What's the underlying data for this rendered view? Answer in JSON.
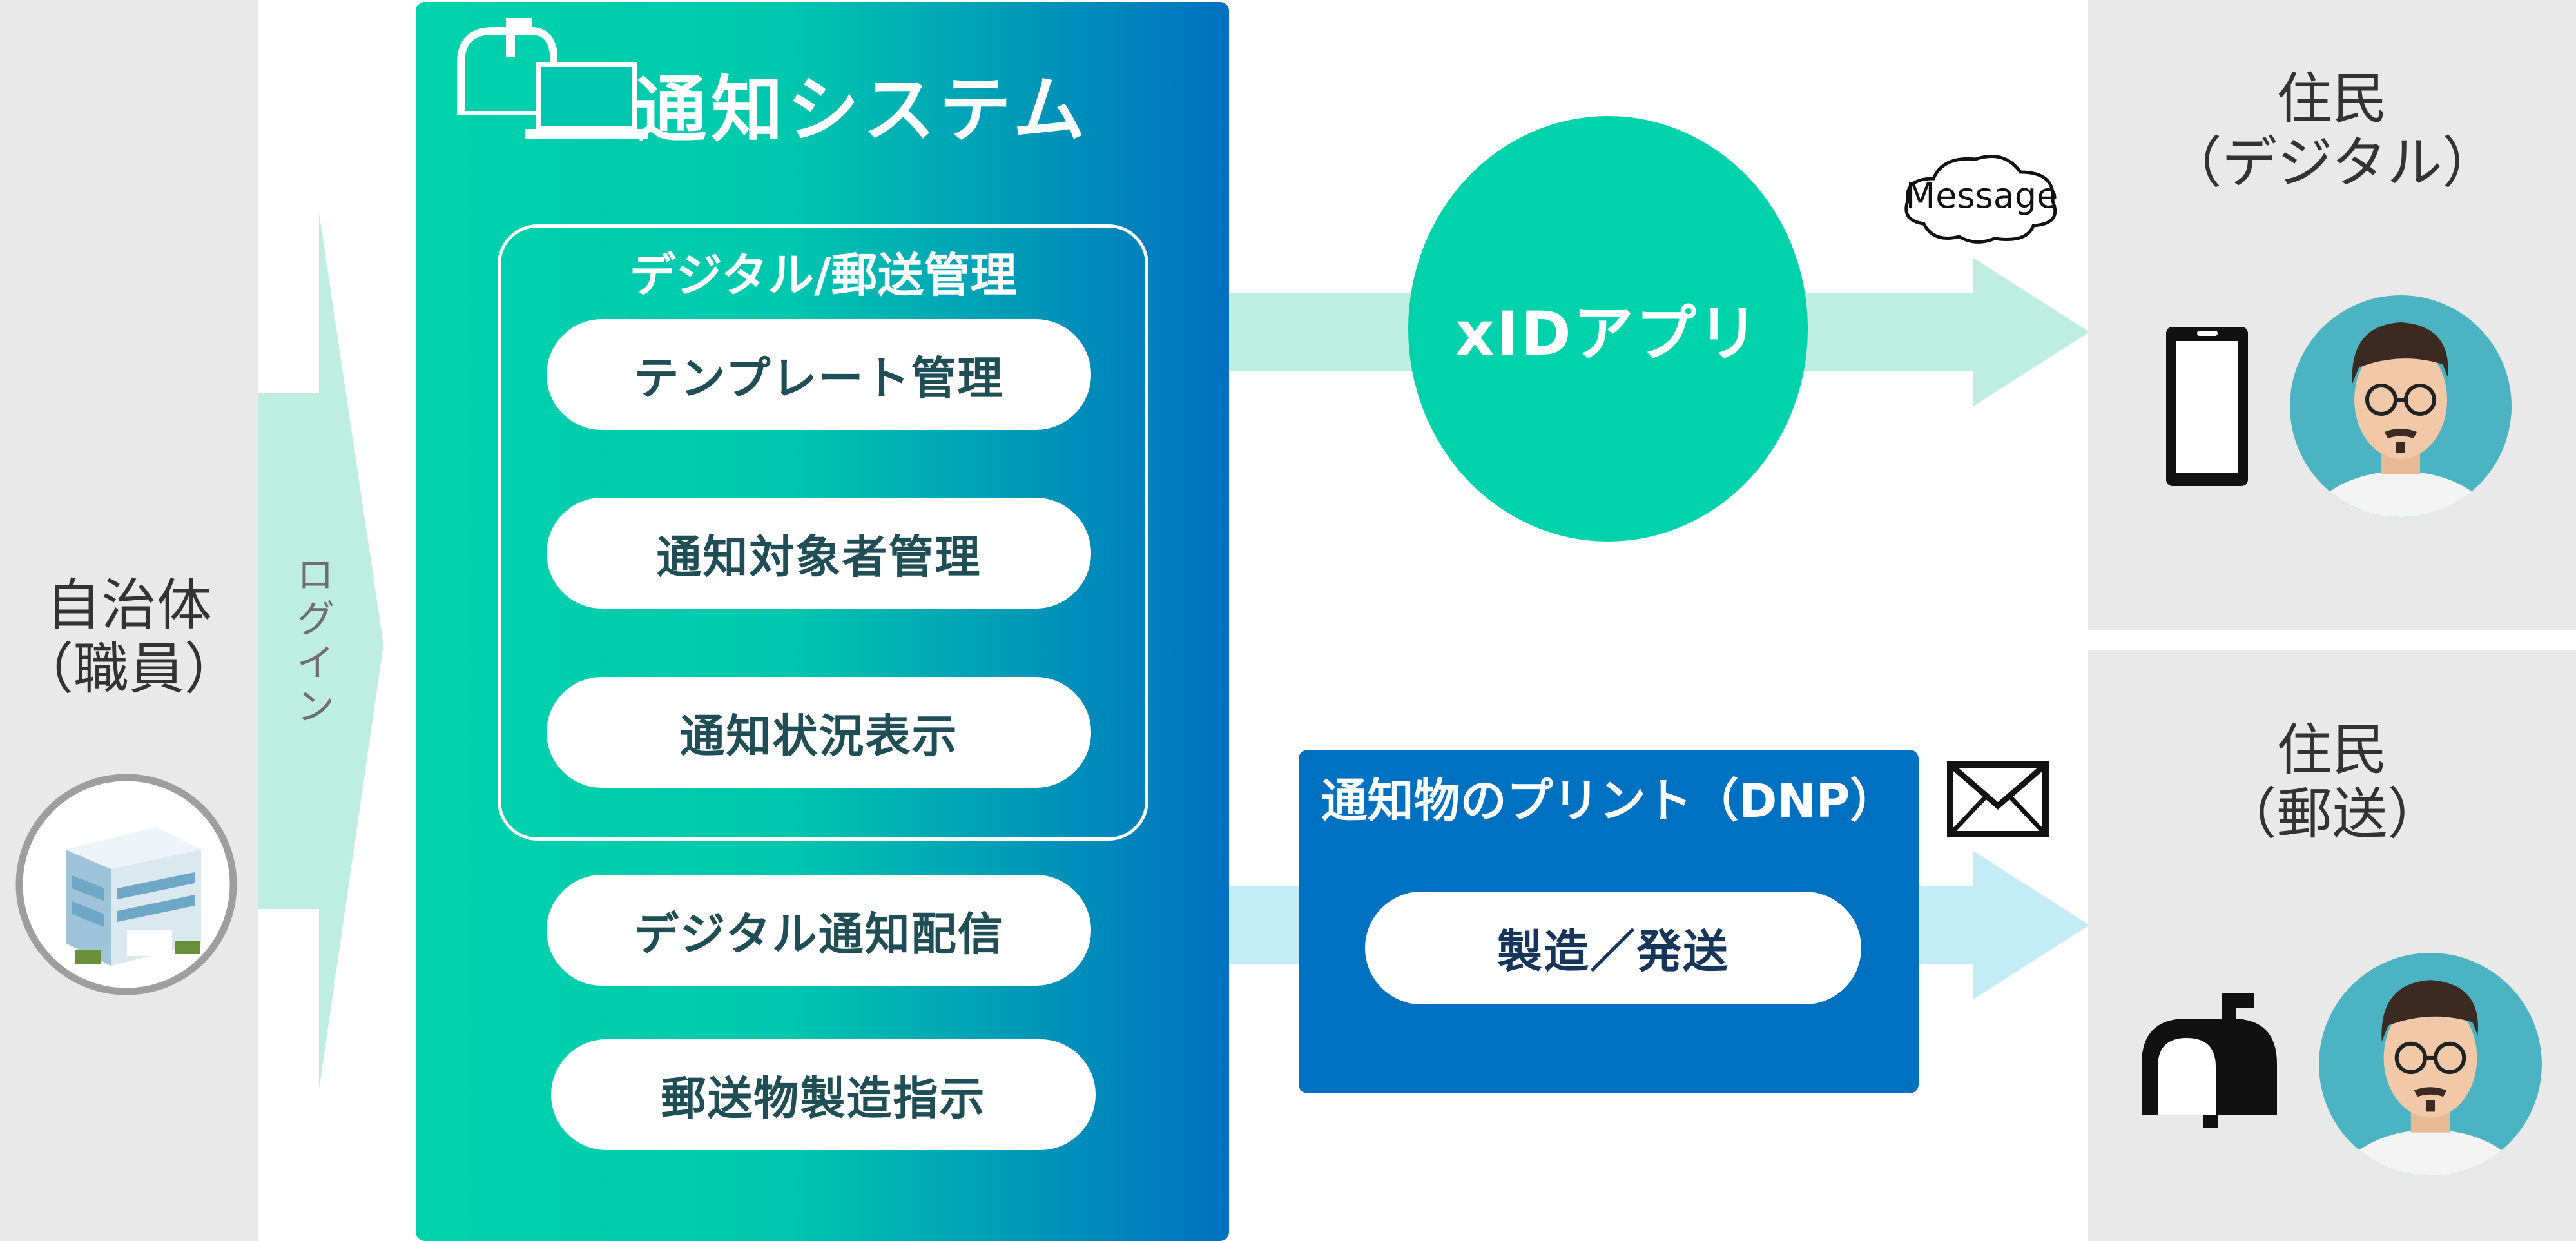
{
  "left": {
    "org_line1": "自治体",
    "org_line2": "（職員）",
    "login_label": "ログイン"
  },
  "system": {
    "title": "通知システム",
    "group_label": "デジタル/郵送管理",
    "group_items": [
      "テンプレート管理",
      "通知対象者管理",
      "通知状況表示"
    ],
    "items": [
      "デジタル通知配信",
      "郵送物製造指示"
    ]
  },
  "app": {
    "label": "xIDアプリ",
    "message_label": "Message"
  },
  "print": {
    "title": "通知物のプリント（DNP）",
    "item": "製造／発送"
  },
  "residents": {
    "digital_line1": "住民",
    "digital_line2": "（デジタル）",
    "mail_line1": "住民",
    "mail_line2": "（郵送）"
  },
  "colors": {
    "teal": "#00d3ac",
    "blue": "#0070c0",
    "mint": "#bdeee0",
    "lightblue": "#c4ecf5",
    "grey_panel": "#e9e9e9"
  }
}
